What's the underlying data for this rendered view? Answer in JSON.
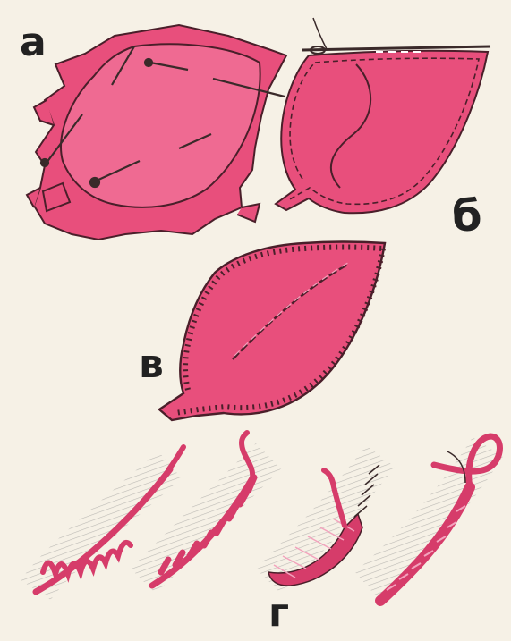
{
  "labels": {
    "a": "а",
    "b": "б",
    "v": "в",
    "g": "г"
  },
  "colors": {
    "felt": "#e84f7c",
    "felt_light": "#ef7ba0",
    "outline": "#4a1f2a",
    "thread": "#d63c6a",
    "thread_highlight": "#f3a3bd",
    "hatch": "#8c8c8c",
    "paper": "#f6f1e6"
  }
}
